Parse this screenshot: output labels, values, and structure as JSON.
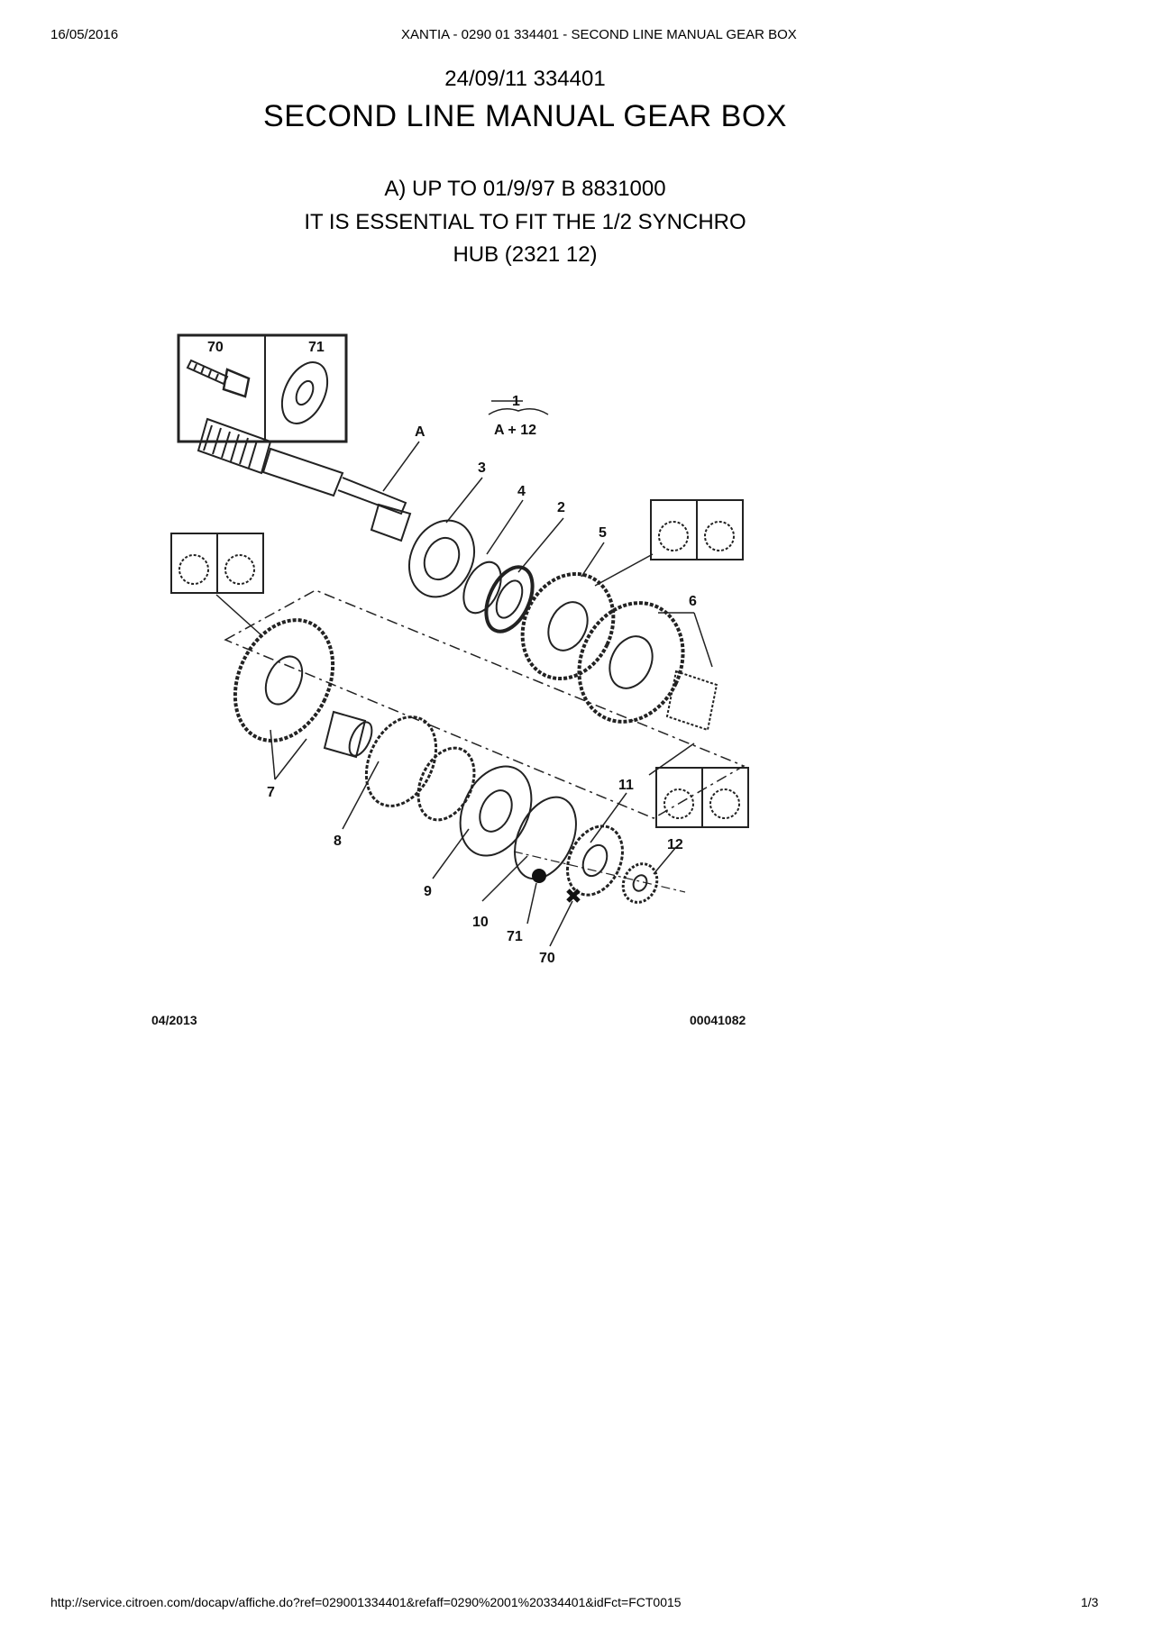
{
  "header": {
    "date": "16/05/2016",
    "title": "XANTIA - 0290 01 334401 - SECOND LINE MANUAL GEAR BOX"
  },
  "document": {
    "ref": "24/09/11 334401",
    "title": "SECOND LINE MANUAL GEAR BOX",
    "note_lines": [
      "A) UP TO 01/9/97 B 8831000",
      "IT IS ESSENTIAL TO FIT THE 1/2 SYNCHRO",
      "HUB (2321 12)"
    ]
  },
  "diagram": {
    "inset_labels": [
      "70",
      "71"
    ],
    "group_label": "1",
    "group_formula": "A + 12",
    "callouts": [
      "A",
      "3",
      "4",
      "2",
      "5",
      "6",
      "7",
      "8",
      "9",
      "10",
      "11",
      "12",
      "71",
      "70"
    ],
    "date_code": "04/2013",
    "drawing_number": "00041082"
  },
  "footer": {
    "url": "http://service.citroen.com/docapv/affiche.do?ref=029001334401&refaff=0290%2001%20334401&idFct=FCT0015",
    "page": "1/3"
  }
}
